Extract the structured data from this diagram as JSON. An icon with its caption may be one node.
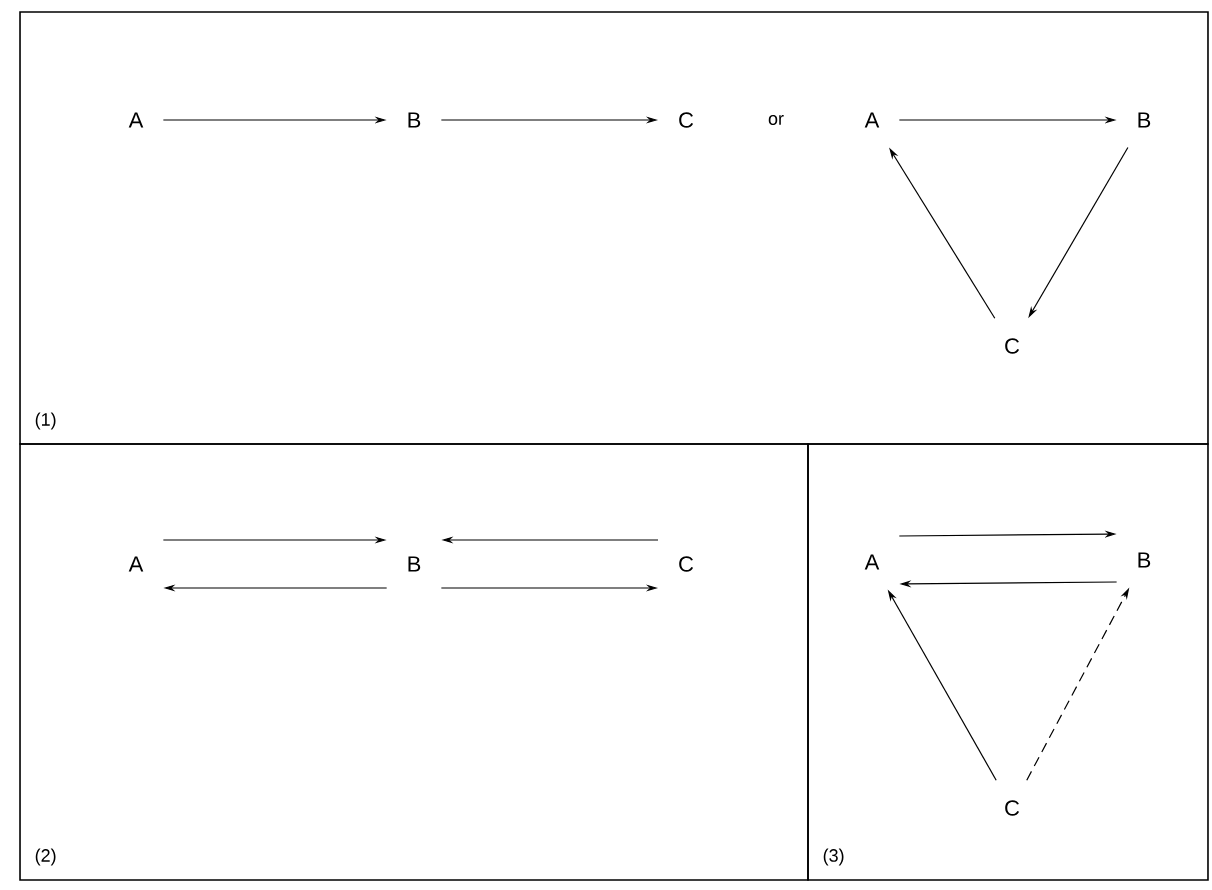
{
  "diagram": {
    "nodes": [
      {
        "text": [
          "(1)"
        ]
      },
      {
        "text": [
          "A"
        ],
        "in": 0
      },
      {
        "text": [
          "B"
        ],
        "in": 0
      },
      {
        "text": [
          "C"
        ],
        "in": 0
      },
      {
        "text": [
          "A"
        ],
        "in": 0
      },
      {
        "text": [
          "B"
        ],
        "in": 0
      },
      {
        "text": [
          "C"
        ],
        "in": 0
      },
      {
        "text": [
          "(2)"
        ]
      },
      {
        "text": [
          "A"
        ],
        "in": 7
      },
      {
        "text": [
          "B"
        ],
        "in": 7
      },
      {
        "text": [
          "C"
        ],
        "in": 7
      },
      {
        "text": [
          "(3)"
        ]
      },
      {
        "text": [
          "A"
        ],
        "in": 11
      },
      {
        "text": [
          "B"
        ],
        "in": 11
      },
      {
        "text": [
          "C"
        ],
        "in": 11
      }
    ],
    "edges": [
      {
        "from": 1,
        "to": 2,
        "arrow": "to"
      },
      {
        "from": 2,
        "to": 3,
        "arrow": "to"
      },
      {
        "from": 4,
        "to": 5,
        "arrow": "to"
      },
      {
        "from": 5,
        "to": 6,
        "arrow": "to"
      },
      {
        "from": 6,
        "to": 4,
        "arrow": "to"
      },
      {
        "from": 8,
        "to": 9,
        "arrow": "to"
      },
      {
        "from": 9,
        "to": 8,
        "arrow": "to"
      },
      {
        "from": 10,
        "to": 9,
        "arrow": "to"
      },
      {
        "from": 9,
        "to": 10,
        "arrow": "to"
      },
      {
        "from": 12,
        "to": 13,
        "arrow": "to"
      },
      {
        "from": 13,
        "to": 12,
        "arrow": "to"
      },
      {
        "from": 14,
        "to": 12,
        "arrow": "to"
      },
      {
        "from": 14,
        "to": 13,
        "arrow": "to",
        "style": "dashed"
      }
    ],
    "labels": [
      "or"
    ]
  }
}
